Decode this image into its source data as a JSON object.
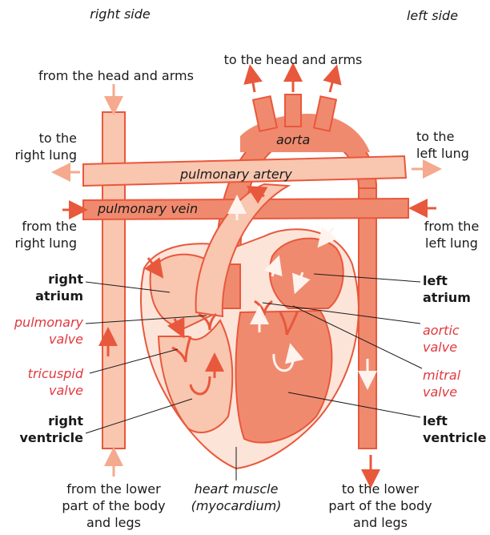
{
  "sides": {
    "right": "right side",
    "left": "left side"
  },
  "labels": {
    "to_head_arms": "to the head and arms",
    "from_head_arms": "from the head and arms",
    "to_right_lung": "to the\nright lung",
    "to_left_lung": "to the\nleft lung",
    "from_right_lung": "from the\nright lung",
    "from_left_lung": "from the\nleft lung",
    "right_atrium": "right\natrium",
    "left_atrium": "left\natrium",
    "pulmonary_valve": "pulmonary\nvalve",
    "aortic_valve": "aortic\nvalve",
    "tricuspid_valve": "tricuspid\nvalve",
    "mitral_valve": "mitral\nvalve",
    "right_ventricle": "right\nventricle",
    "left_ventricle": "left\nventricle",
    "from_lower_body": "from the lower\npart of the body\nand legs",
    "heart_muscle": "heart muscle\n(myocardium)",
    "to_lower_body": "to the lower\npart of the body\nand legs"
  },
  "vessel_labels": {
    "aorta": "aorta",
    "pulmonary_artery": "pulmonary artery",
    "pulmonary_vein": "pulmonary vein"
  },
  "colors": {
    "oxygenated": "#f08a6e",
    "deoxygenated": "#f9c6b0",
    "muscle": "#fde4d9",
    "outline": "#e8583c",
    "valve_text": "#e0393e"
  }
}
